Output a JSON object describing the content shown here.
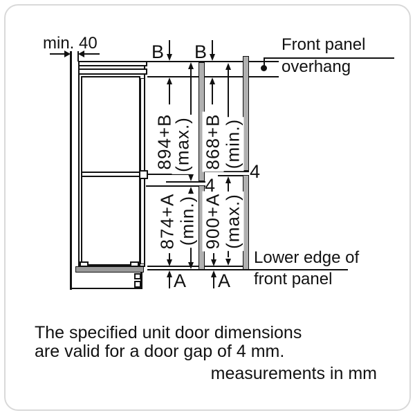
{
  "diagram": {
    "top": {
      "min_gap_label": "min. 40",
      "b_label_1": "B",
      "b_label_2": "B",
      "front_panel_note": [
        "Front panel",
        "overhang"
      ]
    },
    "dimensions": {
      "upper_door_max": {
        "value": "894+B",
        "qualifier": "(max.)"
      },
      "upper_door_min": {
        "value": "868+B",
        "qualifier": "(min.)"
      },
      "lower_door_min": {
        "value": "874+A",
        "qualifier": "(min.)"
      },
      "lower_door_max": {
        "value": "900+A",
        "qualifier": "(max.)"
      },
      "door_gap_left": "4",
      "door_gap_right": "4",
      "a_label_1": "A",
      "a_label_2": "A"
    },
    "bottom": {
      "lower_edge_note": [
        "Lower edge of",
        "front panel"
      ]
    }
  },
  "notes": {
    "line1": "The specified unit door dimensions",
    "line2": "are valid for a door gap of 4 mm.",
    "units": "measurements in mm"
  },
  "colors": {
    "line": "#111111",
    "panel_fill": "#b0b0b0",
    "plinth_fill": "#9a9a9a",
    "frame": "#d9d9d9",
    "background": "#ffffff"
  }
}
